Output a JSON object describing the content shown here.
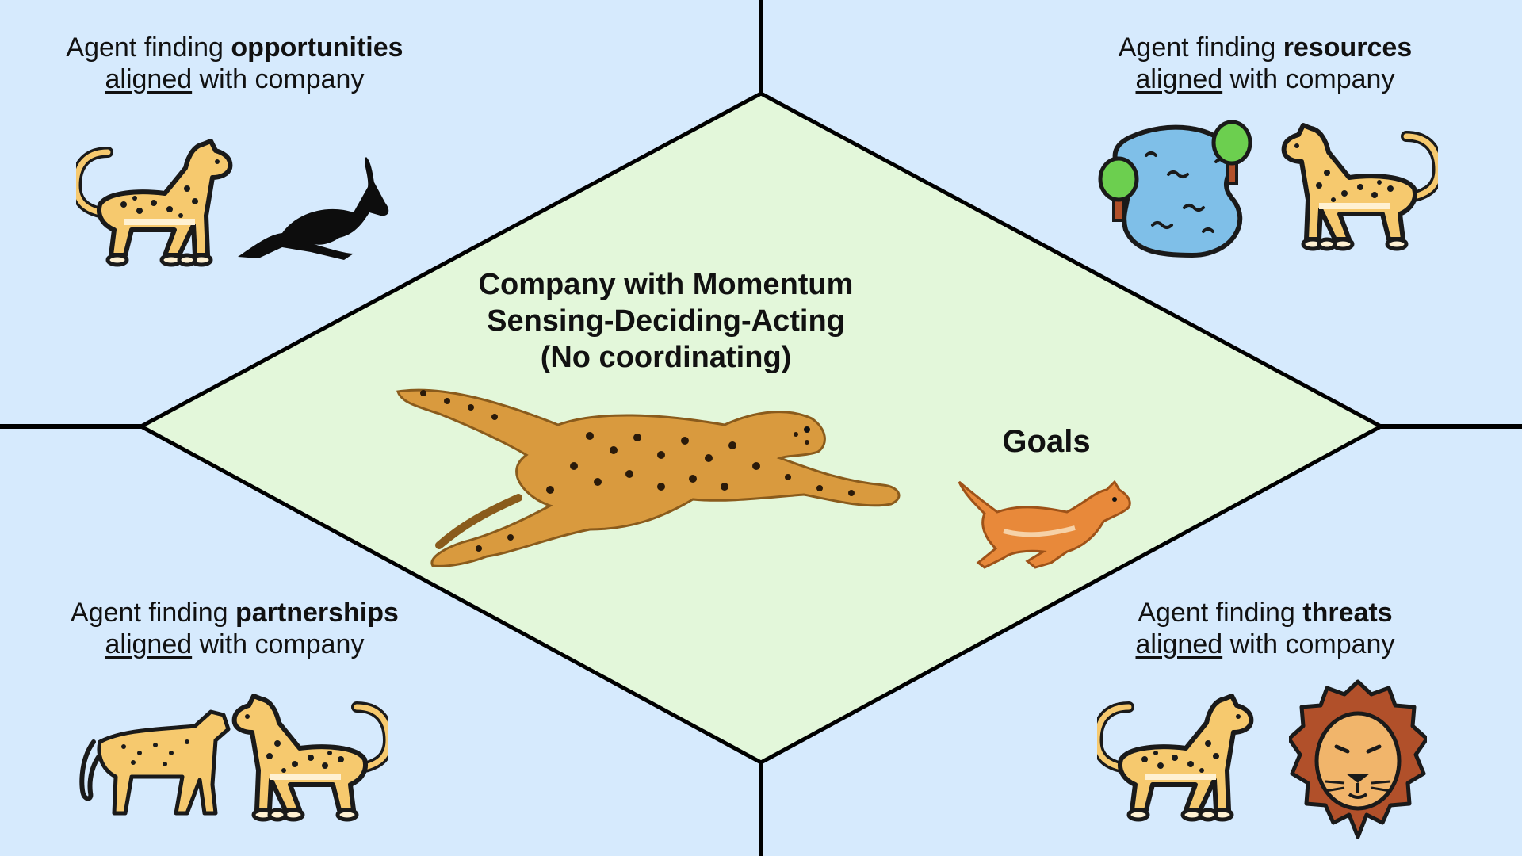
{
  "quadrants": {
    "top_left": {
      "prefix": "Agent finding ",
      "keyword": "opportunities",
      "underlined": "aligned",
      "suffix": " with company"
    },
    "top_right": {
      "prefix": "Agent finding ",
      "keyword": "resources",
      "underlined": "aligned",
      "suffix": " with company"
    },
    "bottom_left": {
      "prefix": "Agent finding ",
      "keyword": "partnerships",
      "underlined": "aligned",
      "suffix": " with company"
    },
    "bottom_right": {
      "prefix": "Agent finding ",
      "keyword": "threats",
      "underlined": "aligned",
      "suffix": " with company"
    }
  },
  "center": {
    "title_lines": [
      "Company with Momentum",
      "Sensing-Deciding-Acting",
      "(No coordinating)"
    ],
    "goals_label": "Goals"
  },
  "colors": {
    "background": "#d6eafd",
    "diamond_fill": "#e3f7da",
    "lines": "#000000",
    "cheetah_icon_fill": "#f6c96e",
    "cheetah_icon_outline": "#1a1a1a",
    "lake": "#7fbfe8",
    "tree": "#6ccf4f",
    "lion_mane": "#b1502a",
    "cheetah_photo": "#d99a3e",
    "gazelle_photo": "#e8893a"
  },
  "icons": {
    "top_left": [
      "cheetah-icon",
      "antelope-silhouette-icon"
    ],
    "top_right": [
      "lake-icon",
      "tree-icon",
      "cheetah-icon"
    ],
    "bottom_left": [
      "cheetah-icon",
      "cheetah-icon"
    ],
    "bottom_right": [
      "cheetah-icon",
      "lion-face-icon"
    ],
    "center": [
      "running-cheetah-image",
      "fleeing-gazelle-image"
    ]
  }
}
